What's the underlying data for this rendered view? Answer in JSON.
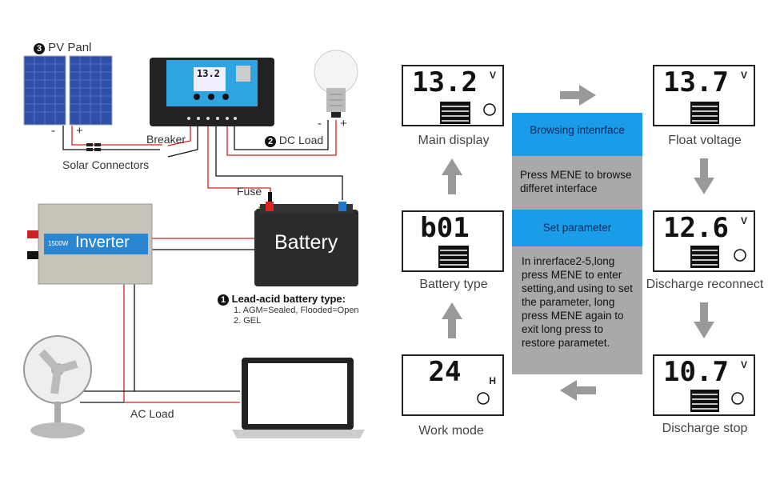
{
  "left": {
    "pv_number": "3",
    "pv_label": "PV Panl",
    "pv_minus": "-",
    "pv_plus": "+",
    "breaker_label": "Breaker",
    "solar_connectors_label": "Solar Connectors",
    "dc_load_number": "2",
    "dc_load_label": "DC Load",
    "bulb_minus": "-",
    "bulb_plus": "+",
    "fuse_label": "Fuse",
    "battery_label": "Battery",
    "battery_plus": "+",
    "battery_minus": "-",
    "inverter_label": "Inverter",
    "inverter_model": "1500W",
    "controller_display": "13.2",
    "battery_type_number": "1",
    "battery_type_title": "Lead-acid battery type:",
    "battery_type_lines": [
      "1. AGM=Sealed, Flooded=Open",
      "2. GEL"
    ],
    "ac_load_label": "AC Load"
  },
  "right": {
    "screens": [
      {
        "value": "13.2",
        "unit": "V",
        "caption": "Main display"
      },
      {
        "value": "13.7",
        "unit": "V",
        "caption": "Float voltage"
      },
      {
        "value": "b01",
        "unit": "",
        "caption": "Battery type"
      },
      {
        "value": "12.6",
        "unit": "V",
        "caption": "Discharge reconnect"
      },
      {
        "value": "24",
        "unit": "H",
        "caption": "Work mode"
      },
      {
        "value": "10.7",
        "unit": "V",
        "caption": "Discharge stop"
      }
    ],
    "panel": {
      "browse_title": "Browsing intenrface",
      "browse_text": "Press MENE to browse differet interface",
      "set_title": "Set parameter",
      "set_text": "In inrerface2-5,long press MENE to enter setting,and using to set the parameter, long press MENE again to exit long press to restore parametet."
    }
  },
  "colors": {
    "blue": "#1a9ce8",
    "gray": "#a9a9a9",
    "arrow": "#999999",
    "wire_red": "#d62020"
  }
}
